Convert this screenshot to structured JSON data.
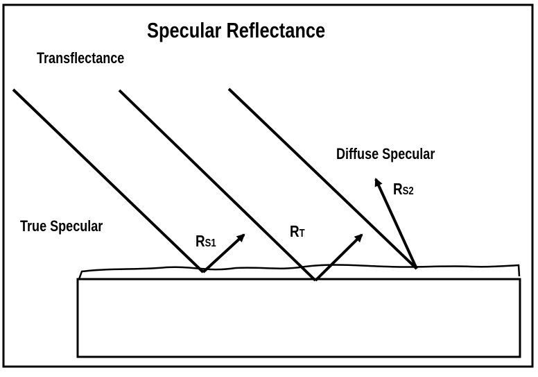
{
  "diagram": {
    "title": "Specular Reflectance",
    "labels": {
      "transflectance": "Transflectance",
      "true_specular": "True Specular",
      "diffuse_specular": "Diffuse Specular"
    },
    "symbols": {
      "rs1": {
        "main": "R",
        "sub": "S1"
      },
      "rt": {
        "main": "R",
        "sub": "T"
      },
      "rs2": {
        "main": "R",
        "sub": "S2"
      }
    },
    "colors": {
      "ink": "#000000",
      "background": "#ffffff"
    }
  }
}
